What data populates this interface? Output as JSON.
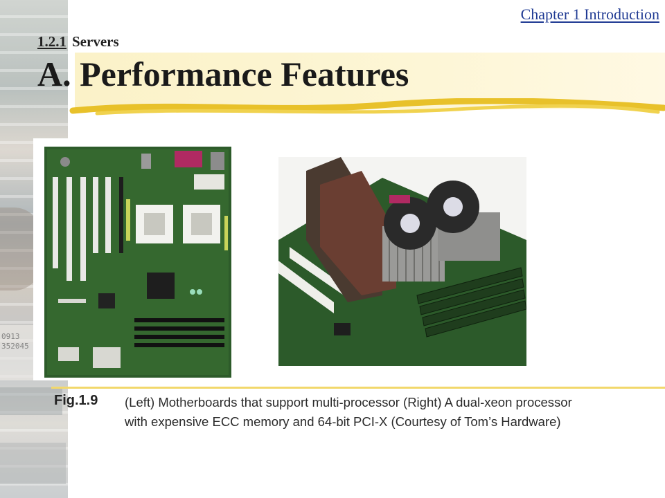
{
  "header": {
    "chapter": "Chapter 1  Introduction",
    "section_number": "1.2.1",
    "section_name": "Servers",
    "title": "A. Performance Features"
  },
  "figure": {
    "label": "Fig.1.9",
    "caption_line1": "(Left) Motherboards that support multi-processor (Right) A dual-xeon processor",
    "caption_line2": "with expensive ECC memory and 64-bit PCI-X (Courtesy of Tom’s Hardware)"
  },
  "decor": {
    "strip_text_1": "0913",
    "strip_text_2": "352045",
    "accent_yellow": "#f2d86b",
    "board_green": "#2f5a2c"
  }
}
